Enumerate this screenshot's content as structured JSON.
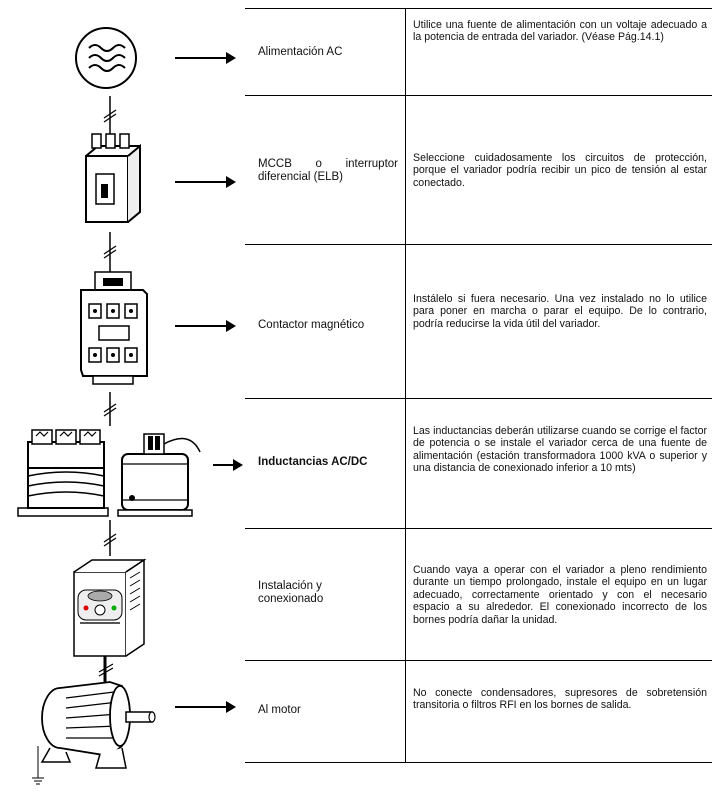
{
  "rows": [
    {
      "label": "Alimentación AC",
      "desc": "Utilice una fuente de alimentación con un voltaje adecuado a la potencia de entrada del variador. (Véase  Pág.14.1)",
      "icon": "ac-power-icon"
    },
    {
      "label": "MCCB    o    interruptor diferencial (ELB)",
      "desc": "Seleccione  cuidadosamente  los  circuitos  de protección, porque el variador podría recibir un pico de tensión al estar conectado.",
      "icon": "circuit-breaker-icon"
    },
    {
      "label": "Contactor magnético",
      "desc": "Instálelo si fuera necesario. Una vez instalado no lo utilice para poner en marcha o parar el equipo. De lo contrario, podría reducirse la vida útil del variador.",
      "icon": "magnetic-contactor-icon"
    },
    {
      "label": "Inductancias AC/DC",
      "desc": "Las  inductancias  deberán  utilizarse  cuando  se corrige el factor de potencia o se instale el variador cerca de una fuente de alimentación (estación transformadora  1000 kVA o superior y una distancia de conexionado inferior a 10 mts)",
      "icon": "inductance-icon"
    },
    {
      "label": "Instalación y conexionado",
      "desc": "Cuando vaya a operar con el variador a pleno rendimiento durante un tiempo prolongado, instale el equipo en un lugar adecuado, correctamente orientado y con el necesario espacio a su alrededor.   El conexionado incorrecto de los bornes podría dañar la unidad.",
      "icon": "inverter-icon"
    },
    {
      "label": "Al motor",
      "desc": "No  conecte  condensadores,  supresores  de sobretensión transitoria o filtros RFI en los bornes de salida.",
      "icon": "motor-icon"
    }
  ]
}
